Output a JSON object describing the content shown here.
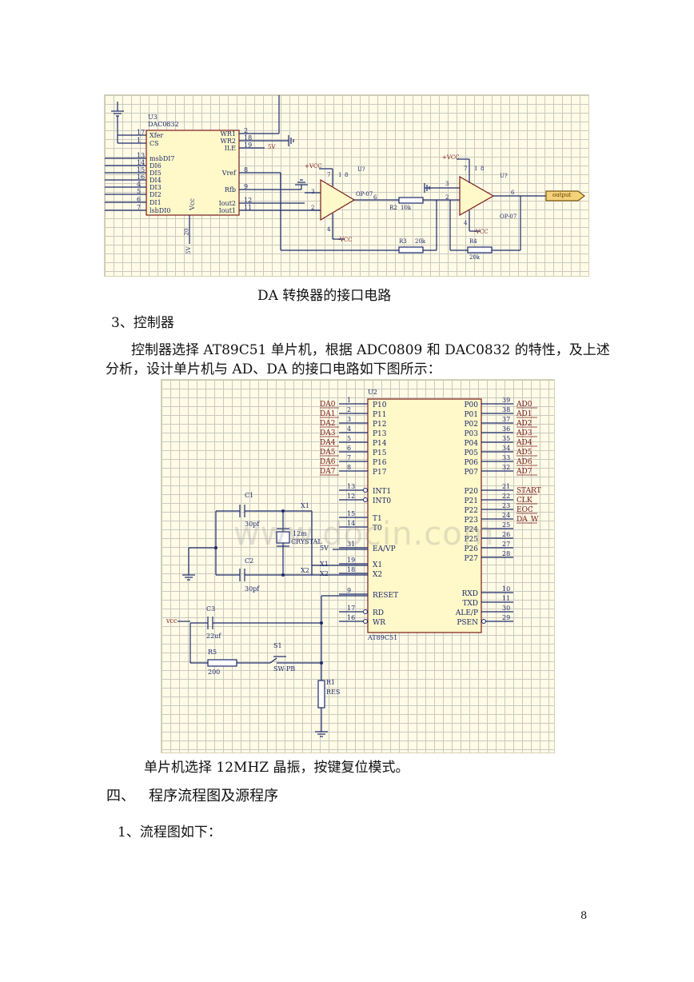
{
  "fig1": {
    "ref": "U3",
    "part": "DAC0832",
    "pins_left": [
      {
        "num": "17",
        "name": "Xfer"
      },
      {
        "num": "1",
        "name": "CS"
      },
      {
        "num": "13",
        "name": "msbDI7"
      },
      {
        "num": "14",
        "name": "DI6"
      },
      {
        "num": "15",
        "name": "DI5"
      },
      {
        "num": "16",
        "name": "DI4"
      },
      {
        "num": "4",
        "name": "DI3"
      },
      {
        "num": "5",
        "name": "DI2"
      },
      {
        "num": "6",
        "name": "DI1"
      },
      {
        "num": "7",
        "name": "lsbDI0"
      }
    ],
    "pins_right": [
      {
        "num": "2",
        "name": "WR1"
      },
      {
        "num": "18",
        "name": "WR2"
      },
      {
        "num": "19",
        "name": "ILE"
      },
      {
        "num": "8",
        "name": "Vref"
      },
      {
        "num": "9",
        "name": "Rfb"
      },
      {
        "num": "12",
        "name": "Iout2"
      },
      {
        "num": "11",
        "name": "Iout1"
      }
    ],
    "vcc_label": "Vcc",
    "vcc_pin": "20",
    "five_v": "5V",
    "five_v_bottom": "5V",
    "op1": {
      "ref": "U?",
      "model": "OP-07",
      "plus_vcc": "+VCC",
      "minus_vcc": "-VCC",
      "pin_in1": "3",
      "pin_in2": "2",
      "pin_out": "6",
      "pin_v1": "7",
      "pin_v2": "4",
      "pin_a": "1",
      "pin_b": "8"
    },
    "op2": {
      "ref": "U?",
      "model": "OP-07",
      "plus_vcc": "+VCC",
      "minus_vcc": "-VCC",
      "pin_in1": "3",
      "pin_in2": "2",
      "pin_out": "6",
      "pin_v1": "7",
      "pin_v2": "4",
      "pin_a": "1",
      "pin_b": "8"
    },
    "r2": {
      "ref": "R2",
      "value": "10k"
    },
    "r3": {
      "ref": "R3",
      "value": "20k"
    },
    "r4": {
      "ref": "R4",
      "value": "20k"
    },
    "output": "output"
  },
  "caption1": "DA 转换器的接口电路",
  "heading3": "3、控制器",
  "para1": "控制器选择 AT89C51 单片机，根据 ADC0809 和 DAC0832 的特性，及上述",
  "para2": "分析，设计单片机与 AD、DA 的接口电路如下图所示：",
  "fig2": {
    "ref": "U2",
    "part": "AT89C51",
    "left_pins": [
      {
        "num": "1",
        "name": "P10",
        "net": "DA0"
      },
      {
        "num": "2",
        "name": "P11",
        "net": "DA1"
      },
      {
        "num": "3",
        "name": "P12",
        "net": "DA2"
      },
      {
        "num": "4",
        "name": "P13",
        "net": "DA3"
      },
      {
        "num": "5",
        "name": "P14",
        "net": "DA4"
      },
      {
        "num": "6",
        "name": "P15",
        "net": "DA5"
      },
      {
        "num": "7",
        "name": "P16",
        "net": "DA6"
      },
      {
        "num": "8",
        "name": "P17",
        "net": "DA7"
      },
      {
        "num": "13",
        "name": "INT1",
        "net": ""
      },
      {
        "num": "12",
        "name": "INT0",
        "net": ""
      },
      {
        "num": "15",
        "name": "T1",
        "net": ""
      },
      {
        "num": "14",
        "name": "T0",
        "net": ""
      },
      {
        "num": "31",
        "name": "EA/VP",
        "net": "5V"
      },
      {
        "num": "19",
        "name": "X1",
        "net": "X1"
      },
      {
        "num": "18",
        "name": "X2",
        "net": "X2"
      },
      {
        "num": "9",
        "name": "RESET",
        "net": ""
      },
      {
        "num": "17",
        "name": "RD",
        "net": ""
      },
      {
        "num": "16",
        "name": "WR",
        "net": ""
      }
    ],
    "right_pins": [
      {
        "num": "39",
        "name": "P00",
        "net": "AD0"
      },
      {
        "num": "38",
        "name": "P01",
        "net": "AD1"
      },
      {
        "num": "37",
        "name": "P02",
        "net": "AD2"
      },
      {
        "num": "36",
        "name": "P03",
        "net": "AD3"
      },
      {
        "num": "35",
        "name": "P04",
        "net": "AD4"
      },
      {
        "num": "34",
        "name": "P05",
        "net": "AD5"
      },
      {
        "num": "33",
        "name": "P06",
        "net": "AD6"
      },
      {
        "num": "32",
        "name": "P07",
        "net": "AD7"
      },
      {
        "num": "21",
        "name": "P20",
        "net": "START"
      },
      {
        "num": "22",
        "name": "P21",
        "net": "CLK"
      },
      {
        "num": "23",
        "name": "P22",
        "net": "EOC"
      },
      {
        "num": "24",
        "name": "P23",
        "net": "DA_W"
      },
      {
        "num": "25",
        "name": "P24",
        "net": ""
      },
      {
        "num": "26",
        "name": "P25",
        "net": ""
      },
      {
        "num": "27",
        "name": "P26",
        "net": ""
      },
      {
        "num": "28",
        "name": "P27",
        "net": ""
      },
      {
        "num": "10",
        "name": "RXD",
        "net": ""
      },
      {
        "num": "11",
        "name": "TXD",
        "net": ""
      },
      {
        "num": "30",
        "name": "ALE/P",
        "net": ""
      },
      {
        "num": "29",
        "name": "PSEN",
        "net": ""
      }
    ],
    "c1": {
      "ref": "C1",
      "value": "30pf"
    },
    "c2": {
      "ref": "C2",
      "value": "30pf"
    },
    "c3": {
      "ref": "C3",
      "value": "22uf"
    },
    "crystal": {
      "freq": "12m",
      "name": "CRYSTAL"
    },
    "x1": "X1",
    "x2": "X2",
    "vcc": "vcc",
    "r5": {
      "ref": "R5",
      "value": "200"
    },
    "s1": {
      "ref": "S1",
      "name": "SW-PB"
    },
    "r1": {
      "ref": "R1",
      "name": "RES"
    },
    "watermark": "www.docin.com"
  },
  "caption2": "单片机选择 12MHZ 晶振，按键复位模式。",
  "heading4": "四、   程序流程图及源程序",
  "heading4_1": "1、流程图如下：",
  "page_number": "8"
}
